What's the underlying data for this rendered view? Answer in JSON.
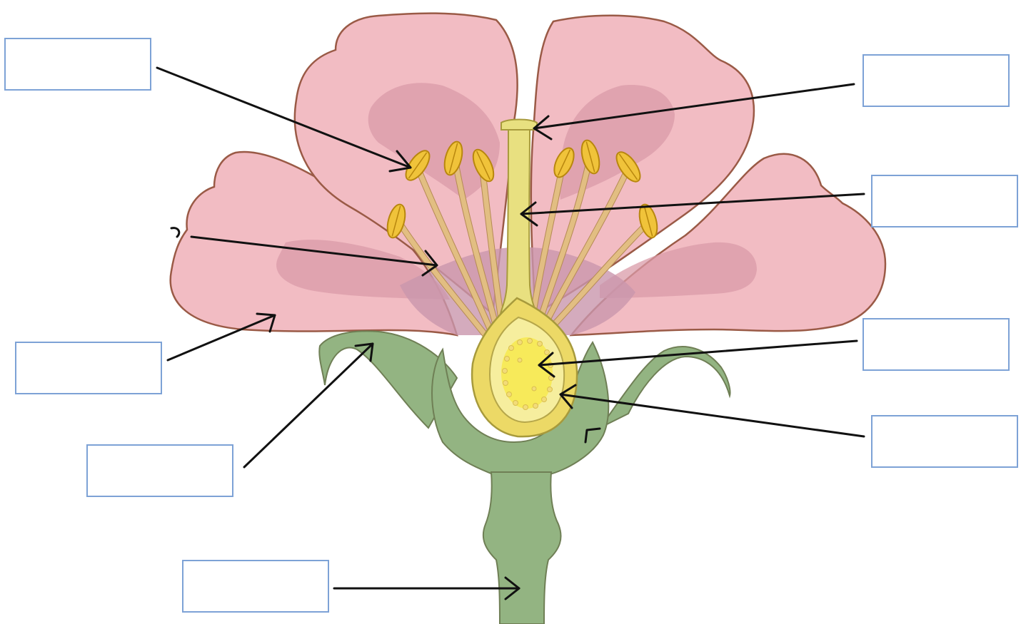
{
  "labels": [
    {
      "id": "box-1",
      "text": ""
    },
    {
      "id": "box-2",
      "text": ""
    },
    {
      "id": "box-3",
      "text": ""
    },
    {
      "id": "box-4",
      "text": ""
    },
    {
      "id": "box-5",
      "text": ""
    },
    {
      "id": "box-6",
      "text": ""
    },
    {
      "id": "box-7",
      "text": ""
    },
    {
      "id": "box-8",
      "text": ""
    }
  ],
  "colors": {
    "petal": "#f2bcc3",
    "sepal_stem": "#93b482",
    "anther": "#f0c33a",
    "pistil": "#e8e080",
    "box_border": "#7da2d6",
    "arrow": "#111111"
  }
}
